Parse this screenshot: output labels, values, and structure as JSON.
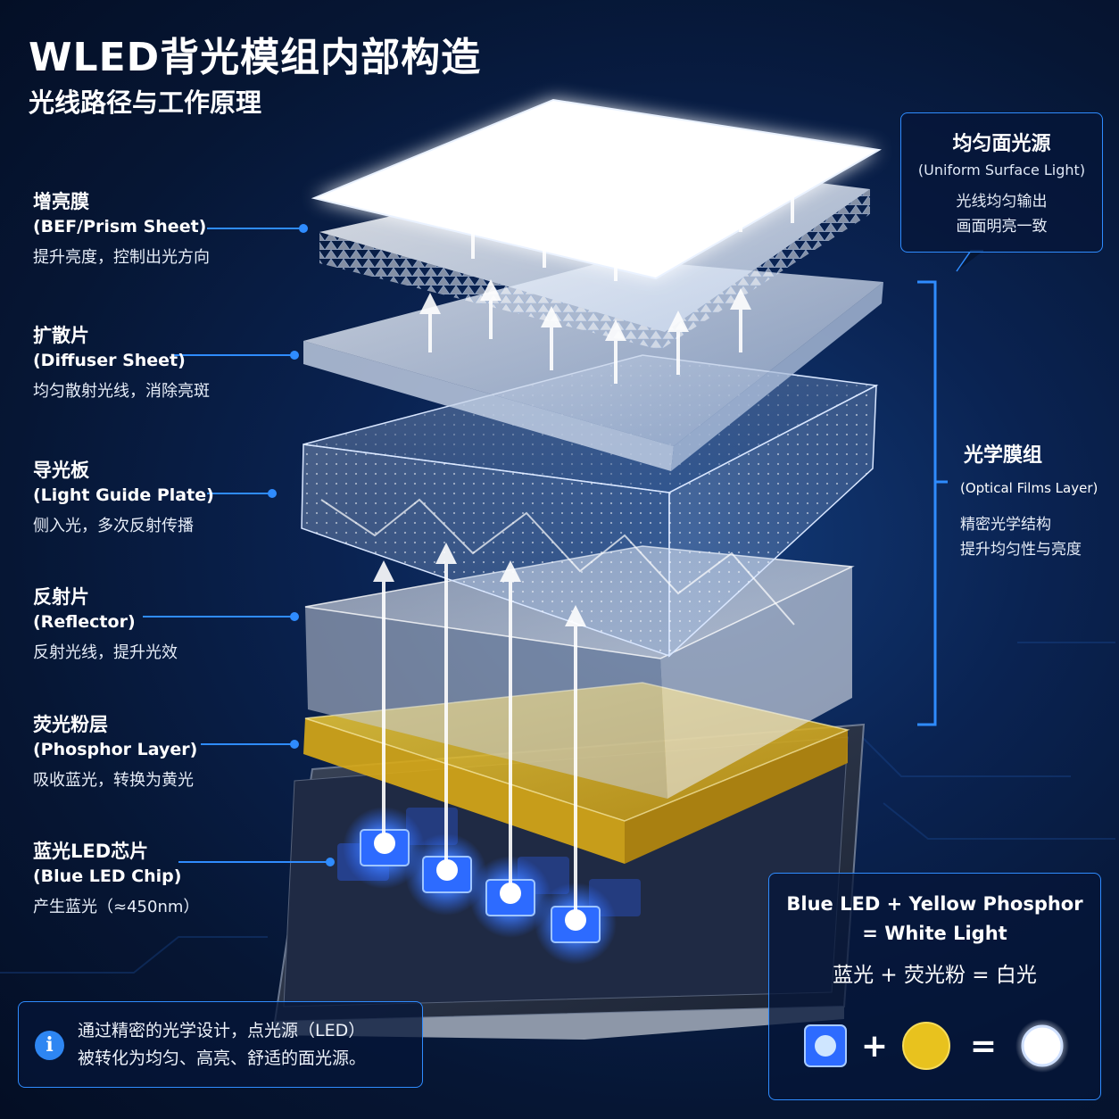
{
  "title": "WLED背光模组内部构造",
  "subtitle": "光线路径与工作原理",
  "layers": [
    {
      "cn": "增亮膜",
      "en": "(BEF/Prism Sheet)",
      "desc": "提升亮度，控制出光方向"
    },
    {
      "cn": "扩散片",
      "en": "(Diffuser Sheet)",
      "desc": "均匀散射光线，消除亮斑"
    },
    {
      "cn": "导光板",
      "en": "(Light Guide Plate)",
      "desc": "侧入光，多次反射传播"
    },
    {
      "cn": "反射片",
      "en": "(Reflector)",
      "desc": "反射光线，提升光效"
    },
    {
      "cn": "荧光粉层",
      "en": "(Phosphor Layer)",
      "desc": "吸收蓝光，转换为黄光"
    },
    {
      "cn": "蓝光LED芯片",
      "en": "(Blue LED Chip)",
      "desc": "产生蓝光（≈450nm）"
    }
  ],
  "uniform": {
    "title": "均匀面光源",
    "en": "(Uniform Surface Light)",
    "line1": "光线均匀输出",
    "line2": "画面明亮一致"
  },
  "optical": {
    "title": "光学膜组",
    "en": "(Optical Films Layer)",
    "line1": "精密光学结构",
    "line2": "提升均匀性与亮度"
  },
  "note": {
    "line1": "通过精密的光学设计，点光源（LED）",
    "line2": "被转化为均匀、高亮、舒适的面光源。"
  },
  "formula": {
    "line1": "Blue LED + Yellow Phosphor",
    "line2": "= White Light",
    "cn": "蓝光 + 荧光粉 = 白光",
    "plus": "+",
    "equals": "="
  },
  "colors": {
    "accent": "#2f8cff",
    "blue_led": "#2d6bff",
    "phosphor": "#e8c21e",
    "white_light": "#ffffff",
    "background": "#061634"
  },
  "icons": {
    "info": "info-icon"
  },
  "info_glyph": "i"
}
